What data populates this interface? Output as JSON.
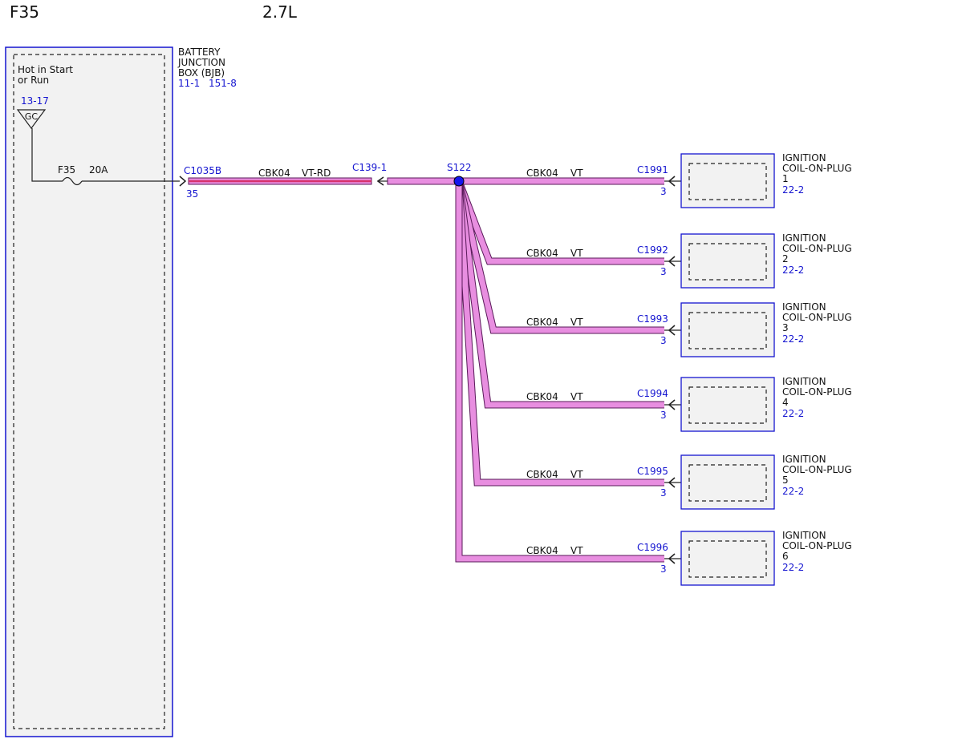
{
  "header": {
    "fuse_id": "F35",
    "engine": "2.7L"
  },
  "colors": {
    "wire_vt": "#e88ee0",
    "wire_vt_rd_stripe": "#d6336c",
    "wire_outline": "#5a1a5a",
    "connector_blue": "#1515d0",
    "component_fill": "#f2f2f2",
    "splice": "#1515ee"
  },
  "bjb": {
    "name_lines": [
      "BATTERY",
      "JUNCTION",
      "BOX (BJB)"
    ],
    "refs": [
      "11-1",
      "151-8"
    ],
    "power_text_lines": [
      "Hot in Start",
      "or Run"
    ],
    "ground_ref": "13-17",
    "ground_symbol": "GC",
    "fuse_label": "F35",
    "fuse_rating": "20A",
    "connector": "C1035B",
    "pin": "35"
  },
  "main_wire": {
    "circuit": "CBK04",
    "color": "VT-RD"
  },
  "inline_connector": {
    "id": "C139",
    "pin": "1"
  },
  "splice": {
    "id": "S122"
  },
  "branch_wire": {
    "circuit": "CBK04",
    "color": "VT"
  },
  "coils": [
    {
      "lines": [
        "IGNITION",
        "COIL-ON-PLUG",
        "1"
      ],
      "ref": "22-2",
      "connector": "C1991",
      "pin": "3"
    },
    {
      "lines": [
        "IGNITION",
        "COIL-ON-PLUG",
        "2"
      ],
      "ref": "22-2",
      "connector": "C1992",
      "pin": "3"
    },
    {
      "lines": [
        "IGNITION",
        "COIL-ON-PLUG",
        "3"
      ],
      "ref": "22-2",
      "connector": "C1993",
      "pin": "3"
    },
    {
      "lines": [
        "IGNITION",
        "COIL-ON-PLUG",
        "4"
      ],
      "ref": "22-2",
      "connector": "C1994",
      "pin": "3"
    },
    {
      "lines": [
        "IGNITION",
        "COIL-ON-PLUG",
        "5"
      ],
      "ref": "22-2",
      "connector": "C1995",
      "pin": "3"
    },
    {
      "lines": [
        "IGNITION",
        "COIL-ON-PLUG",
        "6"
      ],
      "ref": "22-2",
      "connector": "C1996",
      "pin": "3"
    }
  ]
}
